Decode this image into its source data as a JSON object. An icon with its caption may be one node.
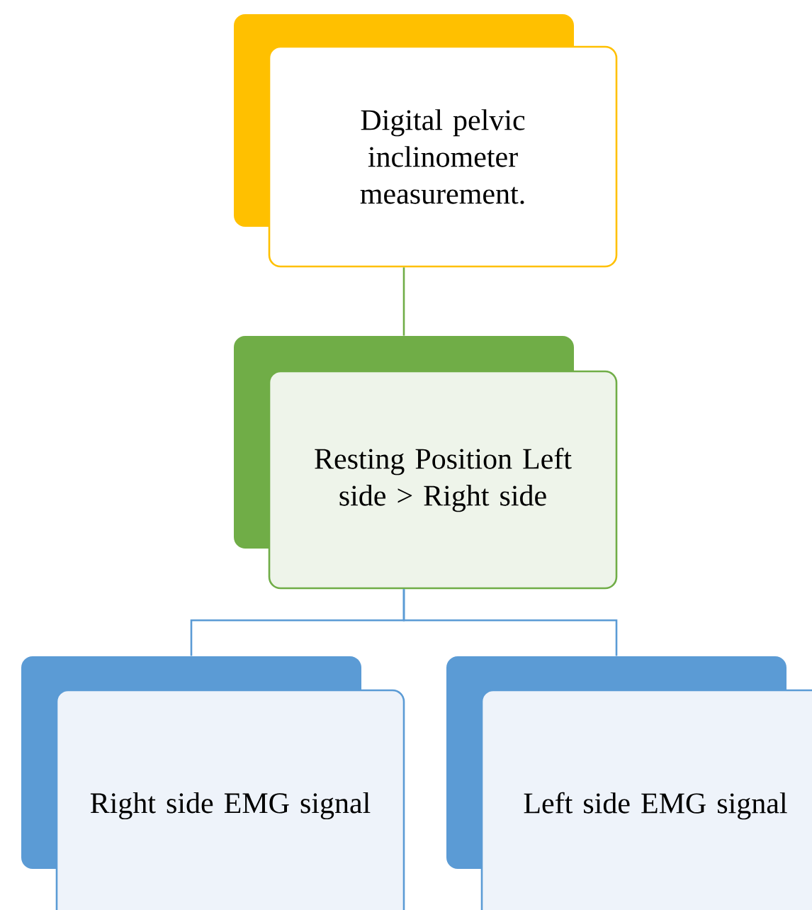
{
  "diagram": {
    "nodes": [
      {
        "text": [
          "Digital pelvic inclinometer measurement."
        ]
      },
      {
        "text": [
          "Resting Position Left side > Right side"
        ]
      },
      {
        "text": [
          "Right side EMG signal"
        ]
      },
      {
        "text": [
          "Left side EMG signal"
        ]
      }
    ],
    "edges": [
      {
        "from": 0,
        "to": 1,
        "arrow": "none",
        "color": "#70ad47"
      },
      {
        "from": 1,
        "to": 2,
        "arrow": "none"
      },
      {
        "from": 1,
        "to": 3,
        "arrow": "none"
      }
    ]
  }
}
